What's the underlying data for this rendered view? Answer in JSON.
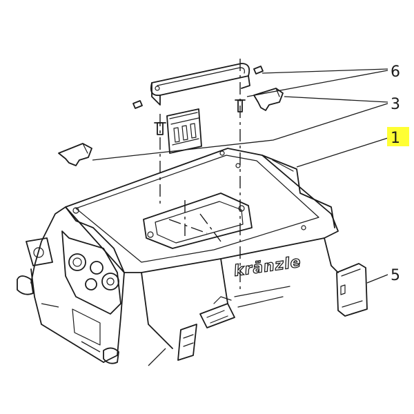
{
  "diagram": {
    "brand_text": "kränzle",
    "highlight_color": "#ffff33",
    "line_color": "#1a1a1a",
    "callouts": [
      {
        "label": "6",
        "highlighted": false
      },
      {
        "label": "3",
        "highlighted": false
      },
      {
        "label": "1",
        "highlighted": true
      },
      {
        "label": "5",
        "highlighted": false
      }
    ]
  }
}
